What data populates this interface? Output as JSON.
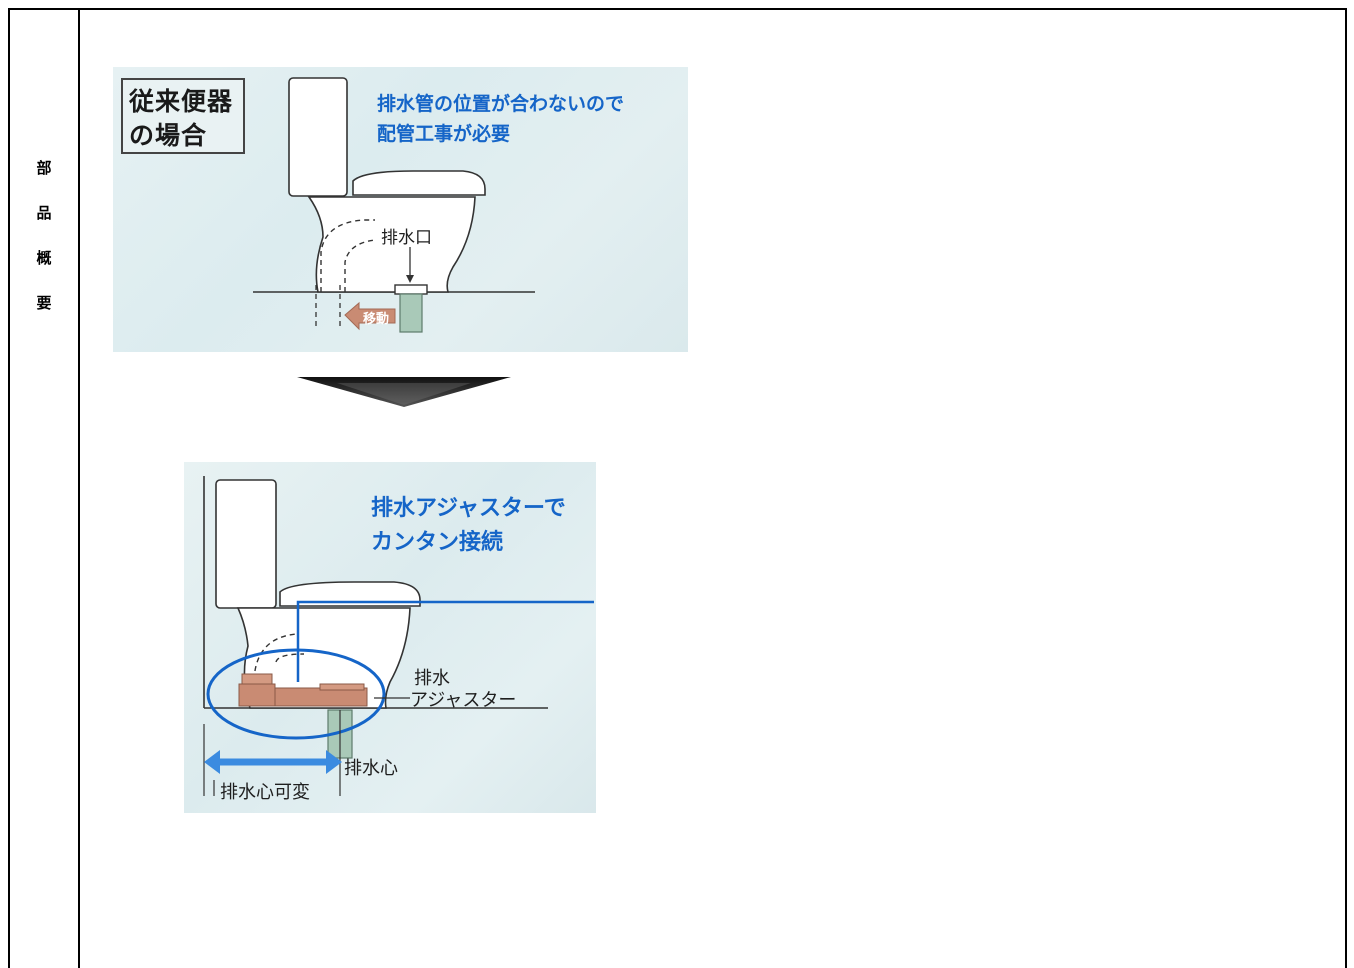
{
  "side_label": [
    "部",
    "品",
    "概",
    "要"
  ],
  "top_panel": {
    "caption_line1": "従来便器",
    "caption_line2": "の場合",
    "note_line1": "排水管の位置が合わないので",
    "note_line2": "配管工事が必要",
    "outlet_label": "排水口",
    "move_tag": "移動"
  },
  "bottom_panel": {
    "note_line1": "排水アジャスターで",
    "note_line2": "カンタン接続",
    "adjuster_label_line1": "排水",
    "adjuster_label_line2": "アジャスター",
    "drain_center_label": "排水心",
    "variable_label": "排水心可変"
  },
  "colors": {
    "accent_blue": "#1565c8",
    "adjuster_brown": "#c98b73",
    "pipe_green": "#a9c9b8"
  }
}
